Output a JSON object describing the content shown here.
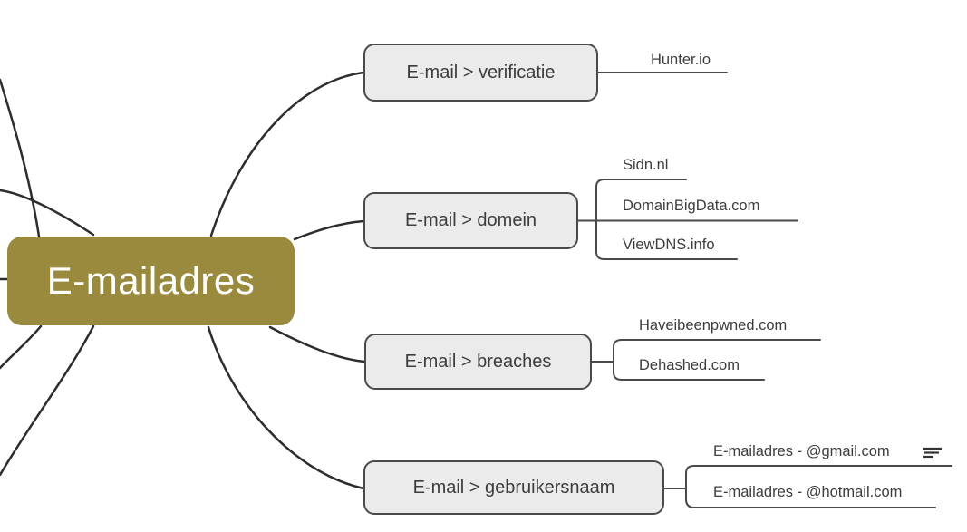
{
  "root": {
    "label": "E-mailadres"
  },
  "branches": [
    {
      "label": "E-mail > verificatie",
      "children": [
        {
          "label": "Hunter.io"
        }
      ]
    },
    {
      "label": "E-mail > domein",
      "children": [
        {
          "label": "Sidn.nl"
        },
        {
          "label": "DomainBigData.com"
        },
        {
          "label": "ViewDNS.info"
        }
      ]
    },
    {
      "label": "E-mail > breaches",
      "children": [
        {
          "label": "Haveibeenpwned.com"
        },
        {
          "label": "Dehashed.com"
        }
      ]
    },
    {
      "label": "E-mail > gebruikersnaam",
      "children": [
        {
          "label": "E-mailadres - @gmail.com",
          "marker": "notes-icon"
        },
        {
          "label": "E-mailadres - @hotmail.com"
        }
      ]
    }
  ],
  "colors": {
    "root_bg": "#9a8a3e",
    "root_text": "#ffffff",
    "node_bg": "#ebebeb",
    "node_border": "#4a4a4a",
    "node_text": "#3c3c3c",
    "child_text": "#3d3d3d",
    "branch_line": "#2d2d2d",
    "child_line": "#4a4a4a"
  }
}
